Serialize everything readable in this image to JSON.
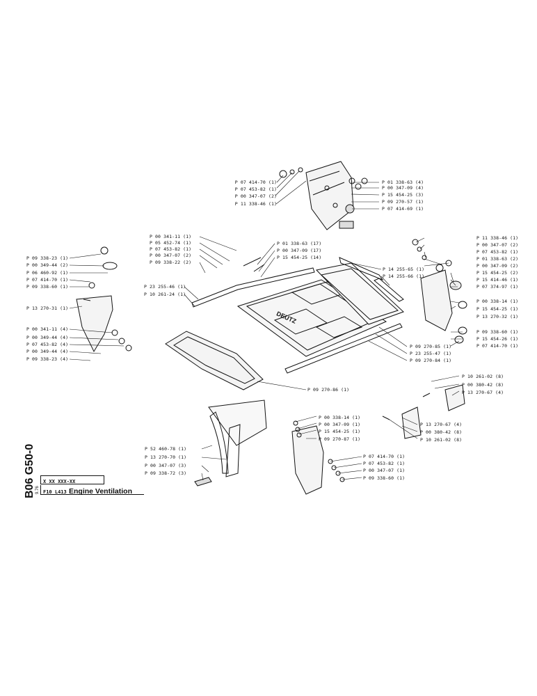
{
  "title_block": {
    "side_code": "B06 G50-0",
    "side_small": "9.76",
    "code": "X XX XXX-XX",
    "ref": "F10 L413",
    "title": "Engine Ventilation"
  },
  "labels_left": [
    "P 07 414-70 (1)",
    "P 07 453-82 (1)",
    "P 00 347-07 (2)",
    "P 11 338-46 (1)",
    "P 00 341-11 (1)",
    "P 05 452-74 (1)",
    "P 07 453-82 (1)",
    "P 00 347-07 (2)",
    "P 09 338-22 (2)",
    "P 09 338-23 (1)",
    "P 00 349-44 (2)",
    "P 06 460-92 (1)",
    "P 07 414-70 (1)",
    "P 09 338-60 (1)",
    "P 13 270-31 (1)",
    "P 23 255-46 (1)",
    "P 10 261-24 (1)",
    "P 00 341-11 (4)",
    "P 00 349-44 (4)",
    "P 07 453-82 (4)",
    "P 00 349-44 (4)",
    "P 09 338-23 (4)",
    "P 52 460-78 (1)",
    "P 13 270-70 (1)",
    "P 00 347-07 (3)",
    "P 09 338-72 (3)"
  ],
  "labels_right": [
    "P 01 338-63 (4)",
    "P 00 347-09 (4)",
    "P 15 454-25 (3)",
    "P 09 270-57 (1)",
    "P 07 414-69 (1)",
    "P 01 338-63 (17)",
    "P 00 347-09 (17)",
    "P 15 454-25 (14)",
    "P 14 255-65 (1)",
    "P 14 255-66 (1)",
    "P 11 338-46 (1)",
    "P 00 347-07 (2)",
    "P 07 453-82 (1)",
    "P 01 338-63 (2)",
    "P 00 347-09 (2)",
    "P 15 454-25 (2)",
    "P 15 414-46 (1)",
    "P 07 374-97 (1)",
    "P 00 338-14 (1)",
    "P 15 454-25 (1)",
    "P 13 270-32 (1)",
    "P 09 338-60 (1)",
    "P 15 454-26 (1)",
    "P 07 414-70 (1)",
    "P 09 270-85 (1)",
    "P 23 255-47 (1)",
    "P 09 270-84 (1)",
    "P 09 270-86 (1)",
    "P 10 261-02 (8)",
    "P 00 380-42 (8)",
    "P 13 270-67 (4)",
    "P 13 270-67 (4)",
    "P 00 380-42 (8)",
    "P 10 261-02 (8)",
    "P 00 338-14 (1)",
    "P 00 347-09 (1)",
    "P 15 454-25 (1)",
    "P 09 270-87 (1)",
    "P 07 414-70 (1)",
    "P 07 453-82 (1)",
    "P 00 347-07 (1)",
    "P 09 338-60 (1)"
  ],
  "brand_mark": "DEUTZ",
  "colors": {
    "ink": "#111111",
    "paper": "#ffffff"
  }
}
